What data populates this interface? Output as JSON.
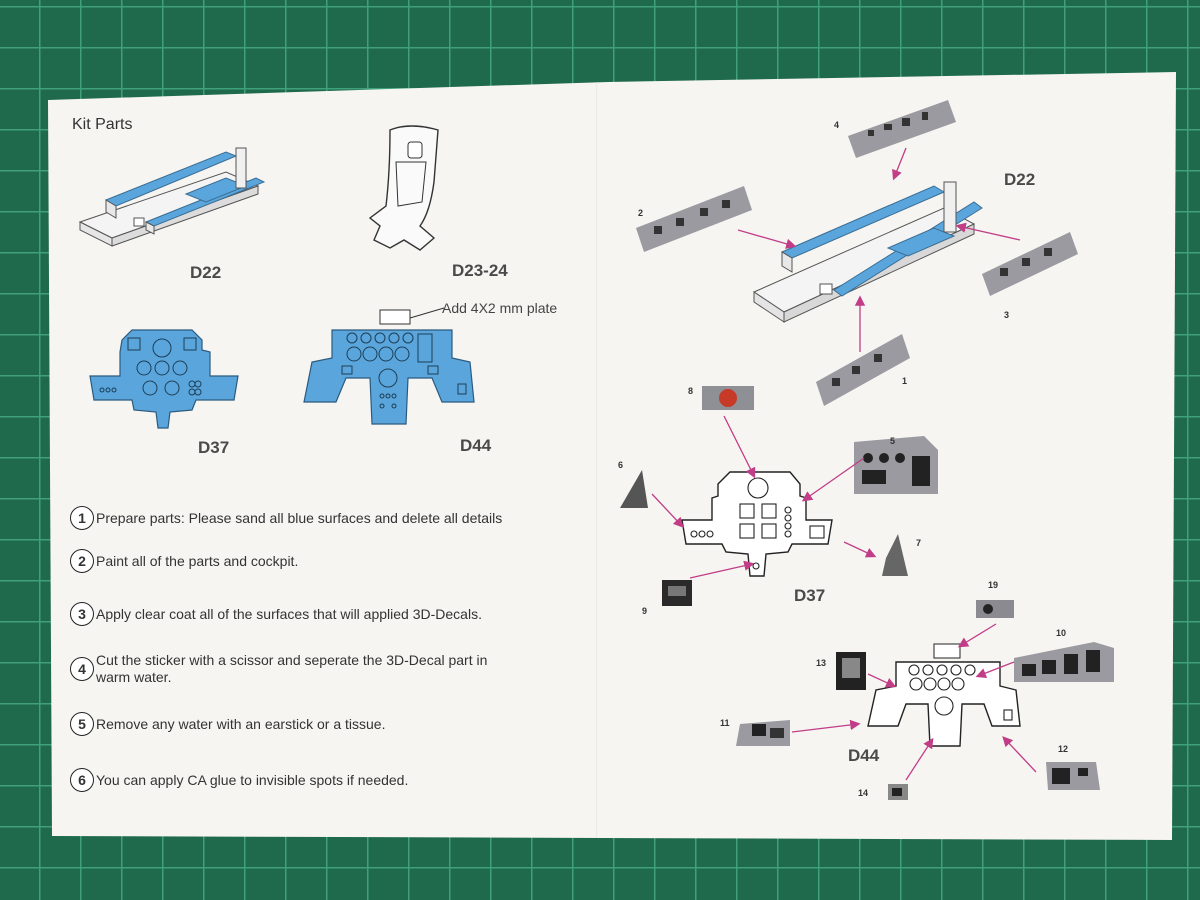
{
  "left_page": {
    "title": "Kit Parts",
    "parts": {
      "d22": "D22",
      "d23_24": "D23-24",
      "d37": "D37",
      "d44": "D44"
    },
    "plate_note": "Add 4X2 mm plate"
  },
  "steps": [
    {
      "number": "1",
      "text": "Prepare parts: Please sand all  blue  surfaces and delete all details"
    },
    {
      "number": "2",
      "text": "Paint all of the parts and cockpit."
    },
    {
      "number": "3",
      "text": "Apply clear coat all of the surfaces that will applied 3D-Decals."
    },
    {
      "number": "4",
      "text": "Cut the sticker with a scissor and seperate the 3D-Decal part in",
      "text2": "warm water."
    },
    {
      "number": "5",
      "text": "Remove any water with an earstick or a tissue."
    },
    {
      "number": "6",
      "text": "You can apply CA glue to invisible spots if needed."
    }
  ],
  "right_page": {
    "labels": {
      "d22": "D22",
      "d37": "D37",
      "d44": "D44"
    },
    "decal_numbers": [
      "1",
      "2",
      "3",
      "4",
      "5",
      "6",
      "7",
      "8",
      "9",
      "10",
      "11",
      "12",
      "13",
      "14",
      "19"
    ]
  },
  "colors": {
    "blue_surface": "#5aa6dc",
    "arrow": "#c23d87",
    "mat_green": "#1f6a4c",
    "paper": "#f6f5f2"
  }
}
